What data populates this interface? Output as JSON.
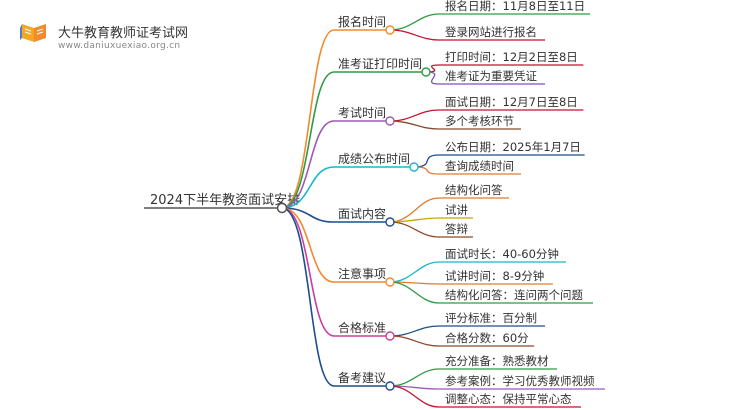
{
  "brand": {
    "title": "大牛教育教师证考试网",
    "subtitle": "www.daniuxuexiao.org.cn"
  },
  "mindmap": {
    "root": "2024下半年教资面试安排",
    "branches": [
      {
        "label": "报名时间",
        "color": "#f28a2e",
        "children": [
          {
            "label": "报名日期：11月8日至11日",
            "color": "#2e9c44"
          },
          {
            "label": "登录网站进行报名",
            "color": "#c8102e"
          }
        ]
      },
      {
        "label": "准考证打印时间",
        "color": "#2e9c44",
        "children": [
          {
            "label": "打印时间：12月2日至8日",
            "color": "#c8102e"
          },
          {
            "label": "准考证为重要凭证",
            "color": "#7b4fc9"
          }
        ]
      },
      {
        "label": "考试时间",
        "color": "#9b59b6",
        "children": [
          {
            "label": "面试日期：12月7日至8日",
            "color": "#c8102e"
          },
          {
            "label": "多个考核环节",
            "color": "#8a4a2a"
          }
        ]
      },
      {
        "label": "成绩公布时间",
        "color": "#17b8c9",
        "children": [
          {
            "label": "公布日期：2025年1月7日",
            "color": "#1f4e8c"
          },
          {
            "label": "查询成绩时间",
            "color": "#e07a2e"
          }
        ]
      },
      {
        "label": "面试内容",
        "color": "#1f4e8c",
        "children": [
          {
            "label": "结构化问答",
            "color": "#e07a2e"
          },
          {
            "label": "试讲",
            "color": "#c8a800"
          },
          {
            "label": "答辩",
            "color": "#8a4a2a"
          }
        ]
      },
      {
        "label": "注意事项",
        "color": "#f28a2e",
        "children": [
          {
            "label": "面试时长：40-60分钟",
            "color": "#17b8c9"
          },
          {
            "label": "试讲时间：8-9分钟",
            "color": "#e07a2e"
          },
          {
            "label": "结构化问答：连问两个问题",
            "color": "#2e9c44"
          }
        ]
      },
      {
        "label": "合格标准",
        "color": "#c93fa0",
        "children": [
          {
            "label": "评分标准：百分制",
            "color": "#1f4e8c"
          },
          {
            "label": "合格分数：60分",
            "color": "#8a4a2a"
          }
        ]
      },
      {
        "label": "备考建议",
        "color": "#1f4e8c",
        "children": [
          {
            "label": "充分准备：熟悉教材",
            "color": "#2e9c44"
          },
          {
            "label": "参考案例：学习优秀教师视频",
            "color": "#9b59b6"
          },
          {
            "label": "调整心态：保持平常心态",
            "color": "#c8102e"
          }
        ]
      }
    ]
  }
}
